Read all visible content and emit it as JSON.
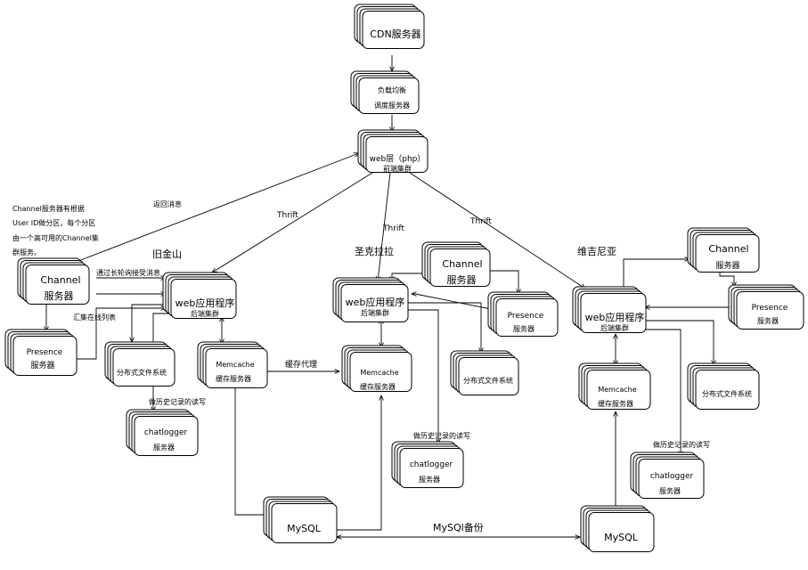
{
  "nodes": {
    "cdn": {
      "label": "CDN服务器"
    },
    "lb": {
      "line1": "负载均衡",
      "line2": "调度服务器"
    },
    "web_front": {
      "line1": "web层（php）",
      "line2": "前端集群"
    },
    "sf_channel": {
      "line1": "Channel",
      "line2": "服务器"
    },
    "sf_presence": {
      "line1": "Presence",
      "line2": "服务器"
    },
    "sf_web": {
      "line1": "web应用程序",
      "line2": "后端集群"
    },
    "sf_fs": {
      "label": "分布式文件系统"
    },
    "sf_memcache": {
      "line1": "Memcache",
      "line2": "缓存服务器"
    },
    "sf_chatlogger": {
      "line1": "chatlogger",
      "line2": "服务器"
    },
    "sf_mysql": {
      "label": "MySQL"
    },
    "sc_channel": {
      "line1": "Channel",
      "line2": "服务器"
    },
    "sc_presence": {
      "line1": "Presence",
      "line2": "服务器"
    },
    "sc_web": {
      "line1": "web应用程序",
      "line2": "后端集群"
    },
    "sc_fs": {
      "label": "分布式文件系统"
    },
    "sc_memcache": {
      "line1": "Memcache",
      "line2": "缓存服务器"
    },
    "sc_chatlogger": {
      "line1": "chatlogger",
      "line2": "服务器"
    },
    "va_channel": {
      "line1": "Channel",
      "line2": "服务器"
    },
    "va_presence": {
      "line1": "Presence",
      "line2": "服务器"
    },
    "va_web": {
      "line1": "web应用程序",
      "line2": "后端集群"
    },
    "va_fs": {
      "label": "分布式文件系统"
    },
    "va_memcache": {
      "line1": "Memcache",
      "line2": "缓存服务器"
    },
    "va_chatlogger": {
      "line1": "chatlogger",
      "line2": "服务器"
    },
    "va_mysql": {
      "label": "MySQL"
    }
  },
  "regions": {
    "san_francisco": "旧金山",
    "santa_clara": "圣克拉拉",
    "virginia": "维吉尼亚"
  },
  "labels": {
    "return_msg": "返回消息",
    "thrift_left": "Thrift",
    "thrift_mid": "Thrift",
    "thrift_right": "Thrift",
    "long_poll": "通过长轮询接受消息",
    "aggregate_online": "汇集在线列表",
    "cache_proxy": "缓存代理",
    "history_sf": "做历史记录的读写",
    "history_sc": "做历史记录的读写",
    "history_va": "做历史记录的读写",
    "mysql_backup": "MySQl备份"
  },
  "note": {
    "lines": [
      "Channel服务器有根据",
      "User ID做分区，每个分区",
      "由一个高可用的Channel集",
      "群服务。"
    ]
  }
}
